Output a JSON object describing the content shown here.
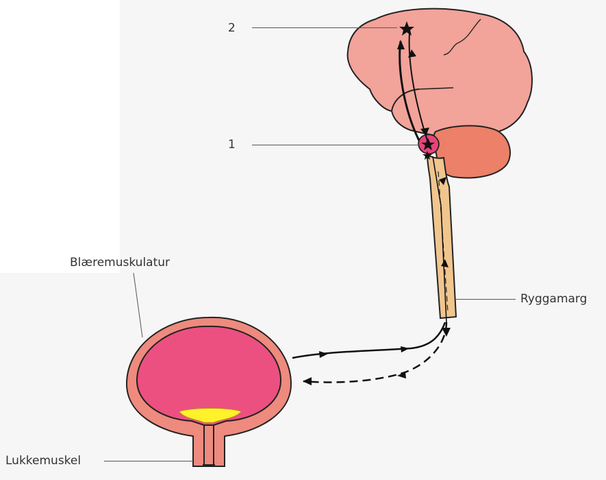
{
  "labels": {
    "brain_center": "2",
    "brainstem_center": "1",
    "bladder_muscle": "Blæremuskulatur",
    "spinal_cord": "Ryggamarg",
    "sphincter": "Lukkemuskel"
  },
  "colors": {
    "background_panel": "#f6f6f6",
    "brain": "#f2a39a",
    "cerebellum": "#ec8068",
    "brainstem_marker": "#e8447a",
    "spinal_cord": "#f0c58e",
    "bladder_wall": "#ee8a7e",
    "bladder_inner": "#ec5080",
    "urine": "#fff22a",
    "nerve": "#111111"
  },
  "icons": {
    "brain_center_marker": "star-icon",
    "brainstem_center_marker": "star-icon",
    "afferent_arrow": "arrow-right-icon",
    "efferent_arrow": "arrow-left-icon"
  }
}
